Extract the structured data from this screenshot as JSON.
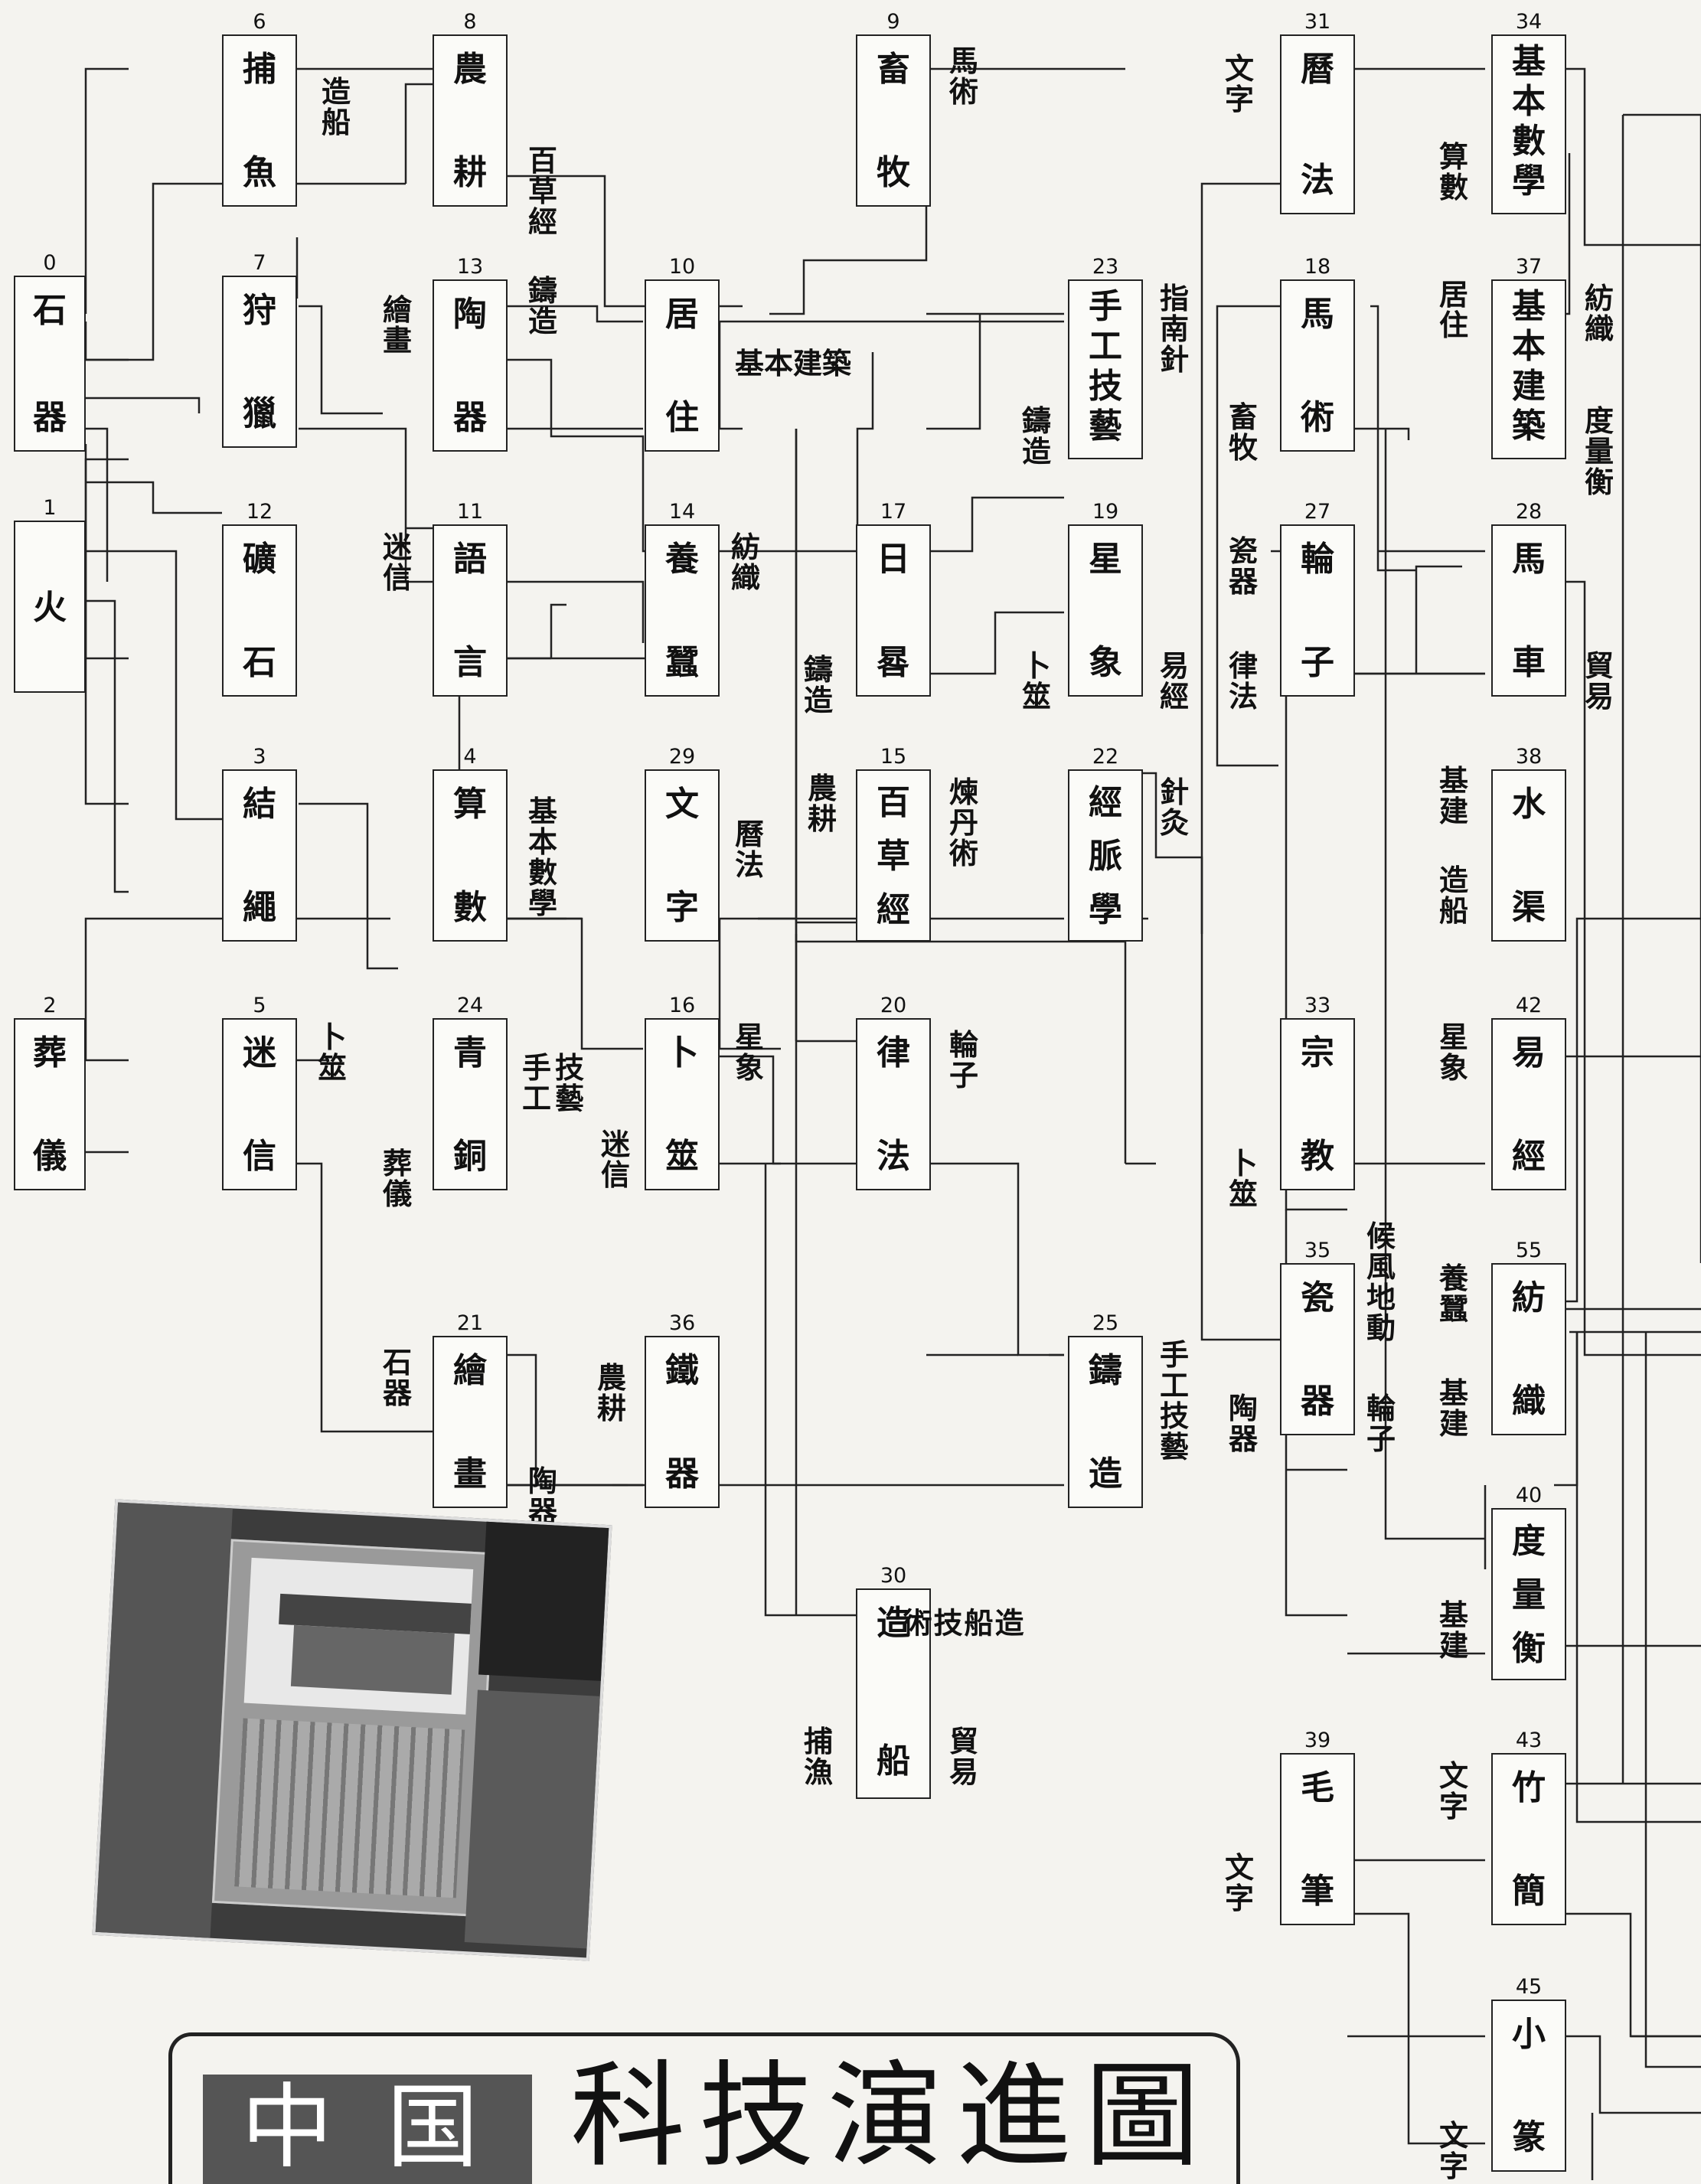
{
  "title": "科技演進圖",
  "seal_chars": [
    "中",
    "国"
  ],
  "nodes": [
    {
      "num": "0",
      "chars": [
        "石",
        "器"
      ]
    },
    {
      "num": "1",
      "chars": [
        "火"
      ]
    },
    {
      "num": "2",
      "chars": [
        "葬",
        "儀"
      ]
    },
    {
      "num": "3",
      "chars": [
        "結",
        "繩"
      ]
    },
    {
      "num": "4",
      "chars": [
        "算",
        "數"
      ]
    },
    {
      "num": "5",
      "chars": [
        "迷",
        "信"
      ]
    },
    {
      "num": "6",
      "chars": [
        "捕",
        "魚"
      ]
    },
    {
      "num": "7",
      "chars": [
        "狩",
        "獵"
      ]
    },
    {
      "num": "8",
      "chars": [
        "農",
        "耕"
      ]
    },
    {
      "num": "9",
      "chars": [
        "畜",
        "牧"
      ]
    },
    {
      "num": "10",
      "chars": [
        "居",
        "住"
      ]
    },
    {
      "num": "11",
      "chars": [
        "語",
        "言"
      ]
    },
    {
      "num": "12",
      "chars": [
        "礦",
        "石"
      ]
    },
    {
      "num": "13",
      "chars": [
        "陶",
        "器"
      ]
    },
    {
      "num": "14",
      "chars": [
        "養",
        "蠶"
      ]
    },
    {
      "num": "15",
      "chars": [
        "百",
        "草",
        "經"
      ]
    },
    {
      "num": "16",
      "chars": [
        "卜",
        "筮"
      ]
    },
    {
      "num": "17",
      "chars": [
        "日",
        "晷"
      ]
    },
    {
      "num": "18",
      "chars": [
        "馬",
        "術"
      ]
    },
    {
      "num": "19",
      "chars": [
        "星",
        "象"
      ]
    },
    {
      "num": "20",
      "chars": [
        "律",
        "法"
      ]
    },
    {
      "num": "21",
      "chars": [
        "繪",
        "畫"
      ]
    },
    {
      "num": "22",
      "chars": [
        "經",
        "脈",
        "學"
      ]
    },
    {
      "num": "23",
      "chars": [
        "手",
        "工",
        "技",
        "藝"
      ]
    },
    {
      "num": "24",
      "chars": [
        "青",
        "銅"
      ]
    },
    {
      "num": "25",
      "chars": [
        "鑄",
        "造"
      ]
    },
    {
      "num": "27",
      "chars": [
        "輪",
        "子"
      ]
    },
    {
      "num": "28",
      "chars": [
        "馬",
        "車"
      ]
    },
    {
      "num": "29",
      "chars": [
        "文",
        "字"
      ]
    },
    {
      "num": "30",
      "chars": [
        "造",
        "船"
      ]
    },
    {
      "num": "31",
      "chars": [
        "曆",
        "法"
      ]
    },
    {
      "num": "33",
      "chars": [
        "宗",
        "教"
      ]
    },
    {
      "num": "34",
      "chars": [
        "基",
        "本",
        "數",
        "學"
      ]
    },
    {
      "num": "35",
      "chars": [
        "瓷",
        "器"
      ]
    },
    {
      "num": "36",
      "chars": [
        "鐵",
        "器"
      ]
    },
    {
      "num": "37",
      "chars": [
        "基",
        "本",
        "建",
        "築"
      ]
    },
    {
      "num": "38",
      "chars": [
        "水",
        "渠"
      ]
    },
    {
      "num": "39",
      "chars": [
        "毛",
        "筆"
      ]
    },
    {
      "num": "40",
      "chars": [
        "度",
        "量",
        "衡"
      ]
    },
    {
      "num": "42",
      "chars": [
        "易",
        "經"
      ]
    },
    {
      "num": "43",
      "chars": [
        "竹",
        "簡"
      ]
    },
    {
      "num": "45",
      "chars": [
        "小",
        "篆"
      ]
    },
    {
      "num": "55",
      "chars": [
        "紡",
        "織"
      ]
    }
  ],
  "labels": [
    "造\n船",
    "百\n草\n經",
    "馬\n術",
    "繪\n畫",
    "鑄\n造",
    "基本建築",
    "指\n南\n針",
    "鑄\n造",
    "文\n字",
    "算\n數",
    "居\n住",
    "紡\n織",
    "度\n量\n衡",
    "畜\n牧",
    "迷\n信",
    "紡\n織",
    "瓷\n器",
    "鑄\n造",
    "卜\n筮",
    "易\n經",
    "律\n法",
    "貿\n易",
    "基\n建",
    "造\n船",
    "基\n本\n數\n學",
    "曆\n法",
    "農\n耕",
    "煉\n丹\n術",
    "針\n灸",
    "星\n象",
    "卜\n筮",
    "技\n藝",
    "手\n工",
    "星\n象",
    "輪\n子",
    "迷\n信",
    "葬\n儀",
    "卜\n筮",
    "候\n風\n地\n動",
    "輪\n子",
    "養\n蠶",
    "基\n建",
    "石\n器",
    "農\n耕",
    "手\n工\n技\n藝",
    "陶\n器",
    "陶\n器",
    "基\n建",
    "造\n船\n技\n術",
    "捕\n漁",
    "貿\n易",
    "文\n字",
    "文\n字",
    "文\n字"
  ]
}
